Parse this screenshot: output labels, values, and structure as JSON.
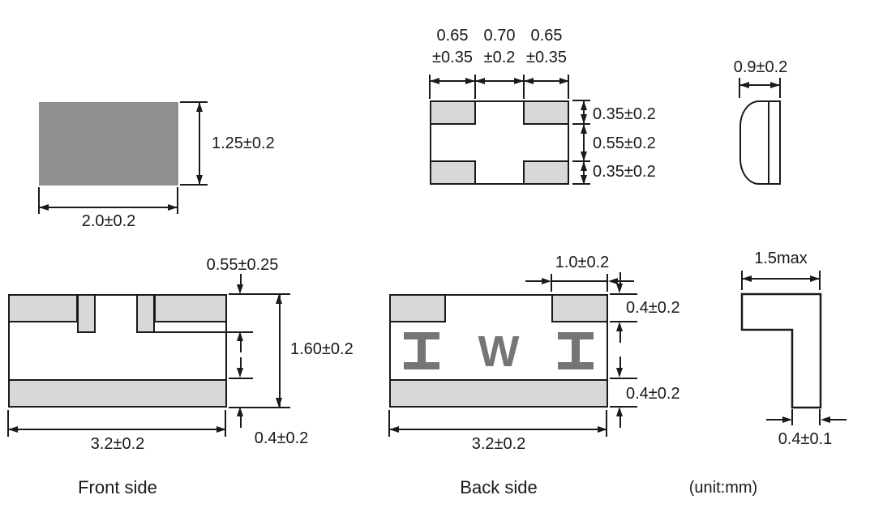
{
  "unit_note": "(unit:mm)",
  "colors": {
    "body_fill": "#8f8f8f",
    "electrode_fill": "#d8d8d8",
    "marking_color": "#757575",
    "line_color": "#1a1a1a"
  },
  "top_left_view": {
    "width": "2.0±0.2",
    "height": "1.25±0.2"
  },
  "top_center_view": {
    "width_dims": [
      {
        "value": "0.65",
        "tolerance": "±0.35"
      },
      {
        "value": "0.70",
        "tolerance": "±0.2"
      },
      {
        "value": "0.65",
        "tolerance": "±0.35"
      }
    ],
    "height_dims": [
      "0.35±0.2",
      "0.55±0.2",
      "0.35±0.2"
    ]
  },
  "top_right_view": {
    "width": "0.9±0.2"
  },
  "front_side": {
    "caption": "Front side",
    "notch_depth": "0.55±0.25",
    "height": "1.60±0.2",
    "width": "3.2±0.2",
    "bottom_band": "0.4±0.2"
  },
  "back_side": {
    "caption": "Back side",
    "pad_width": "1.0±0.2",
    "pad_height": "0.4±0.2",
    "bottom_band": "0.4±0.2",
    "width": "3.2±0.2",
    "marking_letter": "W"
  },
  "bottom_right_view": {
    "width_max": "1.5max",
    "foot_width": "0.4±0.1"
  }
}
